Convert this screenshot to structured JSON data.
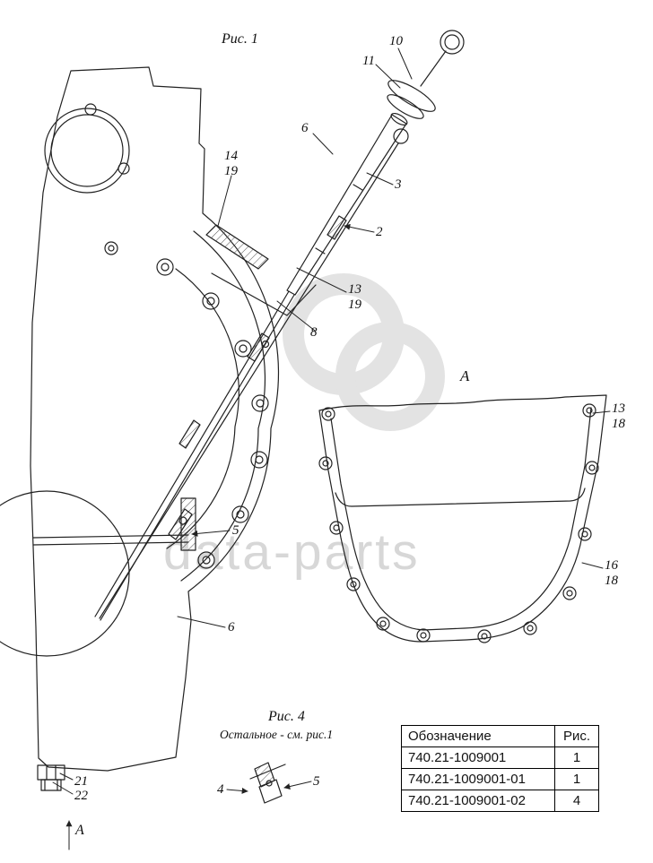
{
  "figure1_label": "Рис. 1",
  "figure4": {
    "label": "Рис. 4",
    "note": "Остальное - см. рис.1"
  },
  "view": {
    "label": "А",
    "arrow_label": "А"
  },
  "watermark": {
    "text": "data-parts"
  },
  "callouts": {
    "n10": "10",
    "n11": "11",
    "n6_top": "6",
    "n14": "14",
    "n19_top": "19",
    "n3": "3",
    "n2": "2",
    "n13_mid": "13",
    "n19_mid": "19",
    "n8": "8",
    "n5_left": "5",
    "n6_bottom": "6",
    "n13_right": "13",
    "n18_right_top": "18",
    "n16": "16",
    "n18_right_bottom": "18",
    "n21": "21",
    "n22": "22",
    "n4": "4",
    "n5_fig4": "5"
  },
  "parts_table": {
    "headers": [
      "Обозначение",
      "Рис."
    ],
    "rows": [
      [
        "740.21-1009001",
        "1"
      ],
      [
        "740.21-1009001-01",
        "1"
      ],
      [
        "740.21-1009001-02",
        "4"
      ]
    ]
  }
}
